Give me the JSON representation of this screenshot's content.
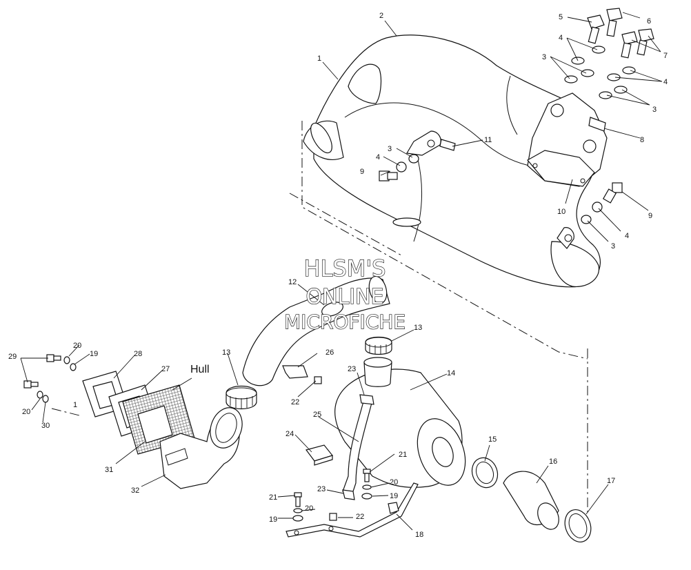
{
  "watermark": {
    "line1": "HLSM'S",
    "line2": "ONLINE",
    "line3": "MICROFICHE"
  },
  "annotations": {
    "hull": "Hull"
  },
  "callouts": [
    {
      "id": "c1",
      "text": "1"
    },
    {
      "id": "c2",
      "text": "2"
    },
    {
      "id": "c3a",
      "text": "3"
    },
    {
      "id": "c3b",
      "text": "3"
    },
    {
      "id": "c3c",
      "text": "3"
    },
    {
      "id": "c3d",
      "text": "3"
    },
    {
      "id": "c4a",
      "text": "4"
    },
    {
      "id": "c4b",
      "text": "4"
    },
    {
      "id": "c4c",
      "text": "4"
    },
    {
      "id": "c4d",
      "text": "4"
    },
    {
      "id": "c5",
      "text": "5"
    },
    {
      "id": "c6",
      "text": "6"
    },
    {
      "id": "c7",
      "text": "7"
    },
    {
      "id": "c8",
      "text": "8"
    },
    {
      "id": "c9a",
      "text": "9"
    },
    {
      "id": "c9b",
      "text": "9"
    },
    {
      "id": "c10",
      "text": "10"
    },
    {
      "id": "c11",
      "text": "11"
    },
    {
      "id": "c12",
      "text": "12"
    },
    {
      "id": "c13a",
      "text": "13"
    },
    {
      "id": "c13b",
      "text": "13"
    },
    {
      "id": "c14",
      "text": "14"
    },
    {
      "id": "c15",
      "text": "15"
    },
    {
      "id": "c16",
      "text": "16"
    },
    {
      "id": "c17",
      "text": "17"
    },
    {
      "id": "c18",
      "text": "18"
    },
    {
      "id": "c19a",
      "text": "19"
    },
    {
      "id": "c19b",
      "text": "19"
    },
    {
      "id": "c19c",
      "text": "19"
    },
    {
      "id": "c20a",
      "text": "20"
    },
    {
      "id": "c20b",
      "text": "20"
    },
    {
      "id": "c20c",
      "text": "20"
    },
    {
      "id": "c20d",
      "text": "20"
    },
    {
      "id": "c21a",
      "text": "21"
    },
    {
      "id": "c21b",
      "text": "21"
    },
    {
      "id": "c22a",
      "text": "22"
    },
    {
      "id": "c22b",
      "text": "22"
    },
    {
      "id": "c23a",
      "text": "23"
    },
    {
      "id": "c23b",
      "text": "23"
    },
    {
      "id": "c24",
      "text": "24"
    },
    {
      "id": "c25",
      "text": "25"
    },
    {
      "id": "c26",
      "text": "26"
    },
    {
      "id": "c27",
      "text": "27"
    },
    {
      "id": "c28",
      "text": "28"
    },
    {
      "id": "c29",
      "text": "29"
    },
    {
      "id": "c30",
      "text": "30"
    },
    {
      "id": "c31",
      "text": "31"
    },
    {
      "id": "c32",
      "text": "32"
    },
    {
      "id": "cdot",
      "text": "1"
    }
  ]
}
